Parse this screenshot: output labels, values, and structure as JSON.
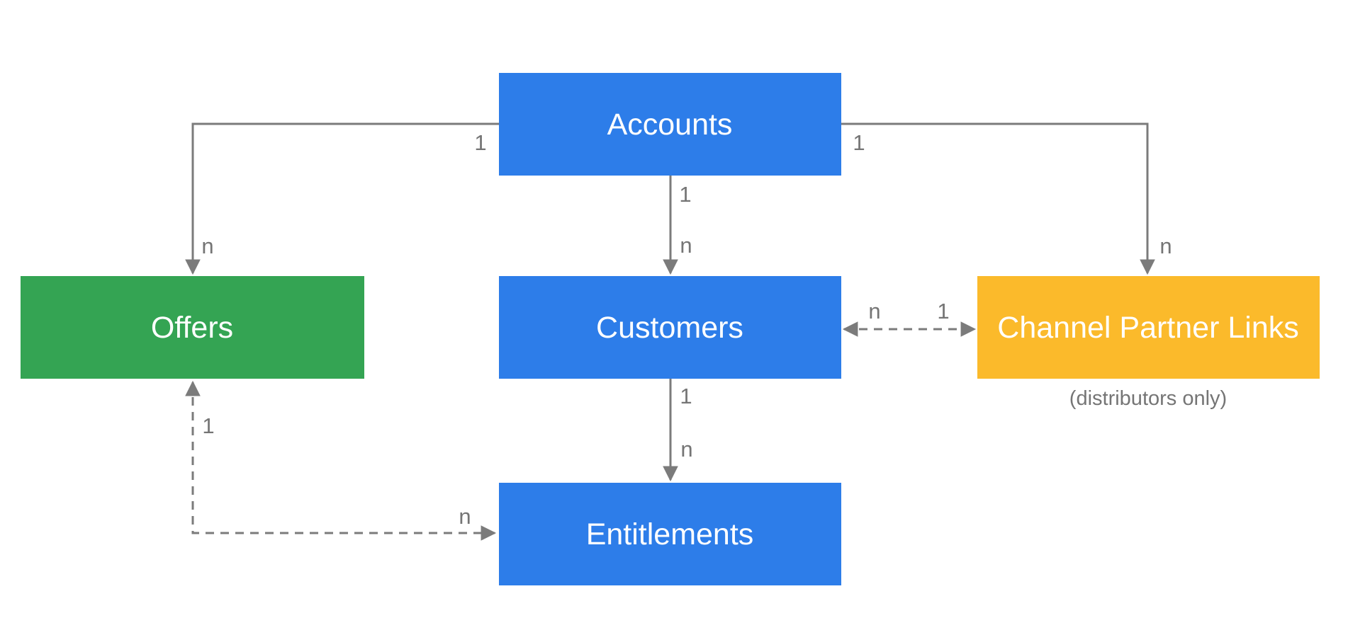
{
  "diagram": {
    "description": "Entity relationship diagram",
    "nodes": [
      {
        "id": "accounts",
        "label": "Accounts",
        "color": "#2d7de9",
        "text_color": "#ffffff"
      },
      {
        "id": "offers",
        "label": "Offers",
        "color": "#34a453",
        "text_color": "#ffffff"
      },
      {
        "id": "customers",
        "label": "Customers",
        "color": "#2d7de9",
        "text_color": "#ffffff"
      },
      {
        "id": "channel-partner-links",
        "label": "Channel Partner Links",
        "color": "#fbba2b",
        "text_color": "#ffffff",
        "caption": "(distributors only)"
      },
      {
        "id": "entitlements",
        "label": "Entitlements",
        "color": "#2d7de9",
        "text_color": "#ffffff"
      }
    ],
    "edges": [
      {
        "from": "accounts",
        "to": "offers",
        "style": "solid",
        "direction": "one-way",
        "from_label": "1",
        "to_label": "n"
      },
      {
        "from": "accounts",
        "to": "customers",
        "style": "solid",
        "direction": "one-way",
        "from_label": "1",
        "to_label": "n"
      },
      {
        "from": "accounts",
        "to": "channel-partner-links",
        "style": "solid",
        "direction": "one-way",
        "from_label": "1",
        "to_label": "n"
      },
      {
        "from": "customers",
        "to": "channel-partner-links",
        "style": "dashed",
        "direction": "two-way",
        "from_label": "n",
        "to_label": "1"
      },
      {
        "from": "customers",
        "to": "entitlements",
        "style": "solid",
        "direction": "one-way",
        "from_label": "1",
        "to_label": "n"
      },
      {
        "from": "offers",
        "to": "entitlements",
        "style": "dashed",
        "direction": "two-way",
        "from_label": "1",
        "to_label": "n"
      }
    ],
    "colors": {
      "blue": "#2d7de9",
      "green": "#34a453",
      "yellow": "#fbba2b",
      "line": "#7b7b7b",
      "edge_label": "#757575",
      "node_text": "#ffffff",
      "background": "#ffffff"
    }
  }
}
